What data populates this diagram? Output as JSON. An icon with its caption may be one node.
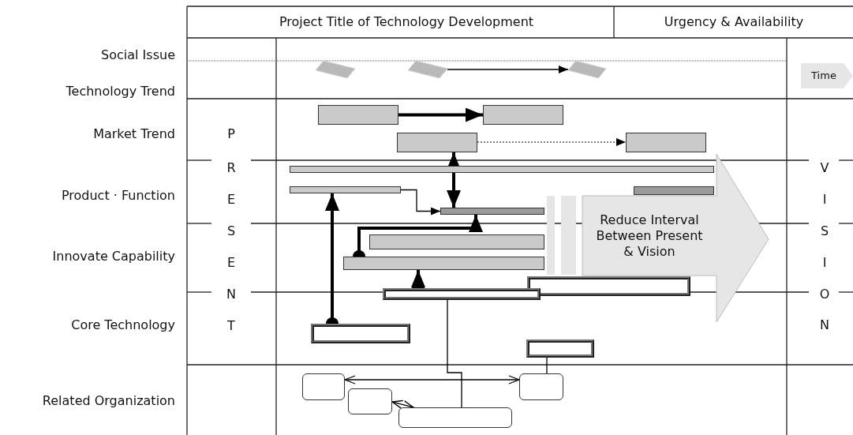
{
  "diagram": {
    "nodes": [
      {
        "text": [],
        "shape": "diamond"
      },
      {
        "text": [],
        "shape": "diamond"
      },
      {
        "text": [],
        "shape": "diamond"
      },
      {
        "text": [
          "Time"
        ]
      },
      {
        "text": [],
        "shape": "bar"
      },
      {
        "text": [],
        "shape": "bar"
      },
      {
        "text": [],
        "shape": "bar"
      },
      {
        "text": [],
        "shape": "bar"
      },
      {
        "text": [],
        "shape": "bar"
      },
      {
        "text": [],
        "shape": "bar"
      },
      {
        "text": [],
        "shape": "bar"
      },
      {
        "text": [],
        "shape": "bar"
      },
      {
        "text": [
          "Reduce Interval Between Present & Vision"
        ]
      },
      {
        "text": [],
        "shape": "bar"
      },
      {
        "text": [],
        "shape": "bar"
      },
      {
        "text": [],
        "shape": "bar"
      },
      {
        "text": [],
        "shape": "bar"
      },
      {
        "text": [],
        "shape": "bar"
      },
      {
        "text": [],
        "shape": "bar"
      },
      {
        "text": [],
        "shape": "box"
      },
      {
        "text": [],
        "shape": "box"
      },
      {
        "text": [],
        "shape": "box"
      },
      {
        "text": [],
        "shape": "box"
      }
    ],
    "edges": [
      {
        "from": 1,
        "to": 2,
        "arrow": "to"
      },
      {
        "from": 4,
        "to": 5,
        "arrow": "to",
        "style": "thick"
      },
      {
        "from": 6,
        "to": 7,
        "arrow": "to",
        "style": "dashed"
      },
      {
        "from": 6,
        "to": 11,
        "arrow": "both",
        "style": "thick"
      },
      {
        "from": 9,
        "to": 11,
        "arrow": "to"
      },
      {
        "from": 14,
        "to": 11,
        "arrow": "to",
        "style": "thick"
      },
      {
        "from": 16,
        "to": 14,
        "arrow": "to",
        "style": "thick"
      },
      {
        "from": 17,
        "to": 9,
        "arrow": "to",
        "style": "thick"
      },
      {
        "from": 16,
        "to": 22,
        "arrow": "none"
      },
      {
        "from": 18,
        "to": 20,
        "arrow": "none"
      },
      {
        "from": 19,
        "to": 20,
        "arrow": "both"
      },
      {
        "from": 21,
        "to": 22,
        "arrow": "both"
      }
    ],
    "labels": [
      "Project Title of Technology Development",
      "Urgency & Availability",
      "Social Issue",
      "Technology Trend",
      "Market Trend",
      "P",
      "R",
      "V",
      "Product · Function",
      "E",
      "I",
      "S",
      "S",
      "Innovate Capability",
      "E",
      "I",
      "N",
      "O",
      "Core Technology",
      "T",
      "N",
      "Related Organization"
    ]
  }
}
